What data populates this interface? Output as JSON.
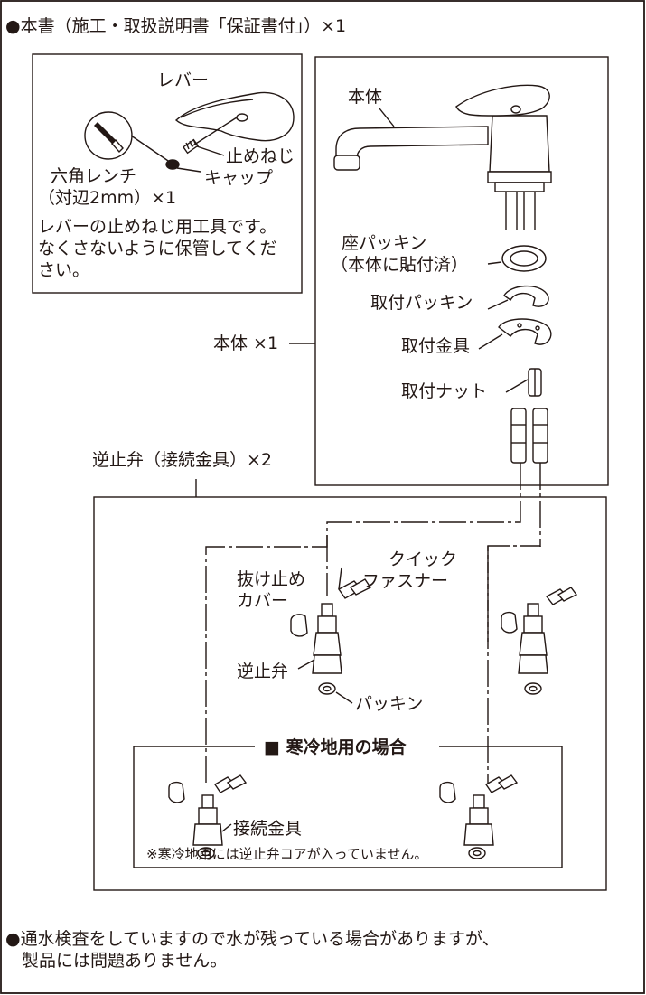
{
  "header_note": "●本書（施工・取扱説明書「保証書付」）×1",
  "tool_box": {
    "lever_label": "レバー",
    "setscrew_label": "止めねじ",
    "cap_label": "キャップ",
    "wrench_label_1": "六角レンチ",
    "wrench_label_2": "（対辺2mm）×1",
    "description": [
      "レバーの止めねじ用工具です。",
      "なくさないように保管してくだ",
      "さい。"
    ]
  },
  "body_box": {
    "body_label": "本体",
    "seat_packing_1": "座パッキン",
    "seat_packing_2": "（本体に貼付済）",
    "mount_packing": "取付パッキン",
    "mount_bracket": "取付金具",
    "mount_nut": "取付ナット"
  },
  "body_count_label": "本体 ×1",
  "check_valve_count_label": "逆止弁（接続金具）×2",
  "valve_box": {
    "stopper_cover_1": "抜け止め",
    "stopper_cover_2": "カバー",
    "quick_fastener_1": "クイック",
    "quick_fastener_2": "ファスナー",
    "check_valve": "逆止弁",
    "packing": "パッキン"
  },
  "cold_region": {
    "title": "■ 寒冷地用の場合",
    "connector": "接続金具",
    "note": "※寒冷地用には逆止弁コアが入っていません。"
  },
  "footer_note": [
    "●通水検査をしていますので水が残っている場合がありますが、",
    "製品には問題ありません。"
  ],
  "colors": {
    "line": "#231815",
    "background": "#ffffff"
  }
}
